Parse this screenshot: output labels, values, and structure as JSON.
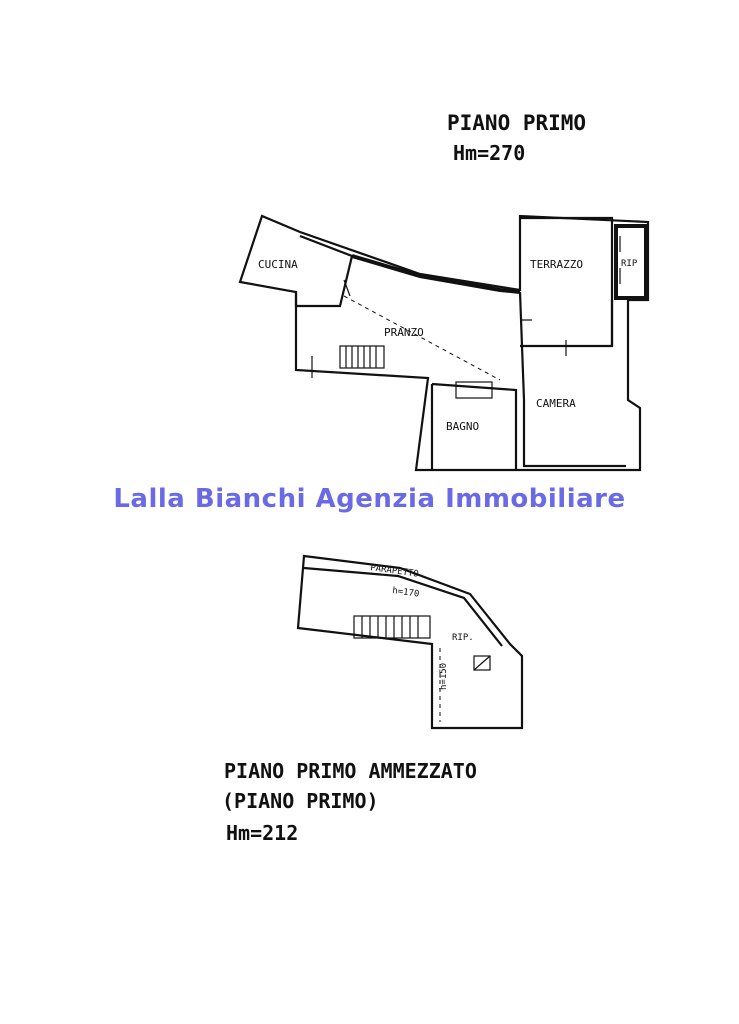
{
  "watermark": {
    "text": "Lalla Bianchi Agenzia Immobiliare",
    "color": "#6a6ae6"
  },
  "first_floor": {
    "title": "PIANO PRIMO",
    "height": "Hm=270",
    "rooms": {
      "kitchen": "CUCINA",
      "dining": "PRANZO",
      "terrace": "TERRAZZO",
      "storage": "RIP",
      "bedroom": "CAMERA",
      "bathroom": "BAGNO"
    }
  },
  "mezzanine": {
    "title": "PIANO PRIMO AMMEZZATO",
    "subtitle": "(PIANO PRIMO)",
    "height": "Hm=212",
    "labels": {
      "parapet": "PARAPETTO",
      "parapet_height": "h=170",
      "storage": "RIP.",
      "side_height": "h=150"
    }
  }
}
